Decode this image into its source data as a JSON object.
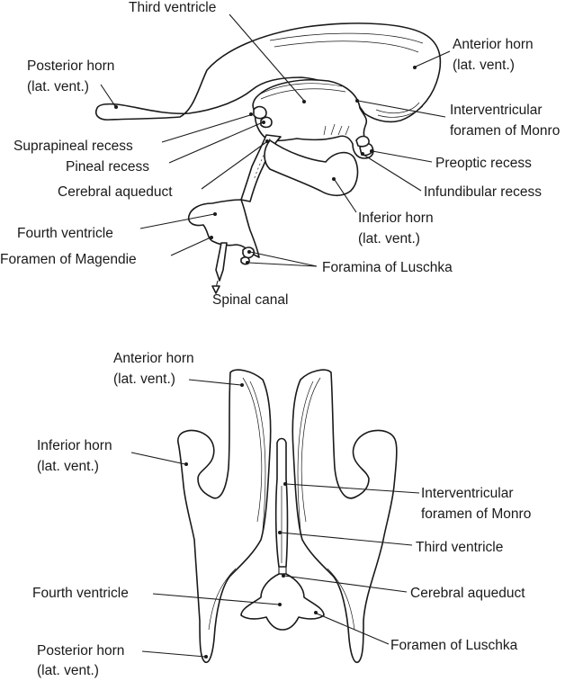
{
  "lateral_view": {
    "labels": {
      "third_ventricle": "Third ventricle",
      "anterior_horn": [
        "Anterior horn",
        "(lat. vent.)"
      ],
      "posterior_horn": [
        "Posterior horn",
        "(lat. vent.)"
      ],
      "interventricular_foramen": [
        "Interventricular",
        "foramen of Monro"
      ],
      "suprapineal_recess": "Suprapineal recess",
      "pineal_recess": "Pineal recess",
      "preoptic_recess": "Preoptic recess",
      "cerebral_aqueduct": "Cerebral aqueduct",
      "infundibular_recess": "Infundibular recess",
      "inferior_horn": [
        "Inferior horn",
        "(lat. vent.)"
      ],
      "fourth_ventricle": "Fourth ventricle",
      "foramen_of_magendie": "Foramen of Magendie",
      "foramina_of_luschka": "Foramina of Luschka",
      "spinal_canal": "Spinal canal"
    }
  },
  "superior_view": {
    "labels": {
      "anterior_horn": [
        "Anterior horn",
        "(lat. vent.)"
      ],
      "inferior_horn": [
        "Inferior horn",
        "(lat. vent.)"
      ],
      "interventricular_foramen": [
        "Interventricular",
        "foramen of Monro"
      ],
      "third_ventricle": "Third ventricle",
      "fourth_ventricle": "Fourth ventricle",
      "cerebral_aqueduct": "Cerebral aqueduct",
      "foramen_of_luschka": "Foramen of Luschka",
      "posterior_horn": [
        "Posterior horn",
        "(lat. vent.)"
      ]
    }
  }
}
